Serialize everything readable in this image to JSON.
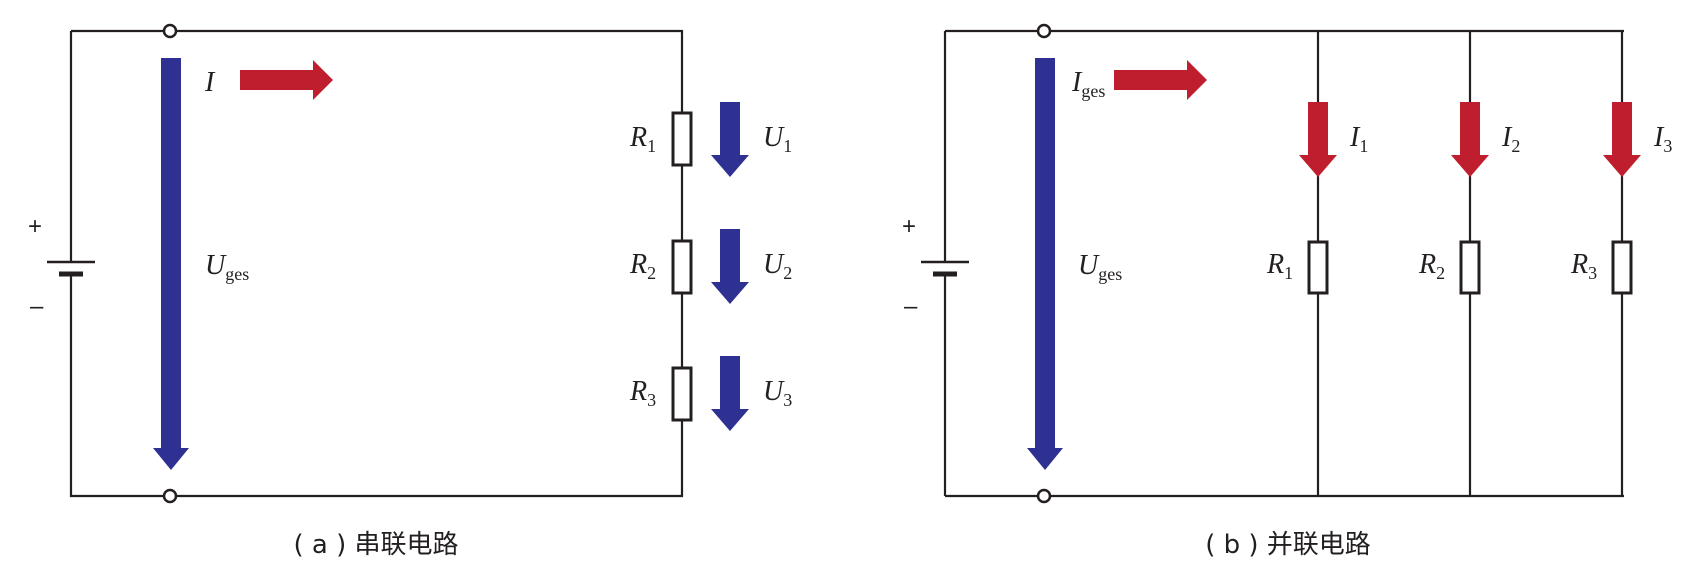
{
  "colors": {
    "wire": "#231f20",
    "voltage_arrow": "#2e3192",
    "current_arrow": "#be1e2d"
  },
  "series": {
    "caption": "( a ) 串联电路",
    "battery": {
      "plus": "+",
      "minus": "–"
    },
    "current": {
      "symbol": "I",
      "sub": ""
    },
    "total_voltage": {
      "symbol": "U",
      "sub": "ges"
    },
    "resistors": [
      {
        "symbol": "R",
        "sub": "1",
        "voltage_symbol": "U",
        "voltage_sub": "1"
      },
      {
        "symbol": "R",
        "sub": "2",
        "voltage_symbol": "U",
        "voltage_sub": "2"
      },
      {
        "symbol": "R",
        "sub": "3",
        "voltage_symbol": "U",
        "voltage_sub": "3"
      }
    ]
  },
  "parallel": {
    "caption": "( b ) 并联电路",
    "battery": {
      "plus": "+",
      "minus": "–"
    },
    "total_current": {
      "symbol": "I",
      "sub": "ges"
    },
    "total_voltage": {
      "symbol": "U",
      "sub": "ges"
    },
    "branches": [
      {
        "resistor_symbol": "R",
        "resistor_sub": "1",
        "current_symbol": "I",
        "current_sub": "1"
      },
      {
        "resistor_symbol": "R",
        "resistor_sub": "2",
        "current_symbol": "I",
        "current_sub": "2"
      },
      {
        "resistor_symbol": "R",
        "resistor_sub": "3",
        "current_symbol": "I",
        "current_sub": "3"
      }
    ]
  }
}
